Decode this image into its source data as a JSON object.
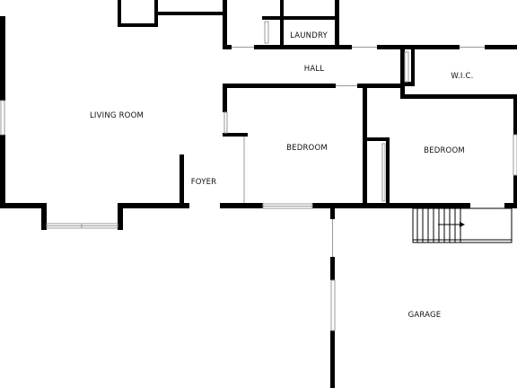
{
  "rooms": {
    "laundry": "LAUNDRY",
    "hall": "HALL",
    "wic": "W.I.C.",
    "living_room": "LIVING ROOM",
    "bedroom_1": "BEDROOM",
    "bedroom_2": "BEDROOM",
    "foyer": "FOYER",
    "garage": "GARAGE"
  },
  "colors": {
    "wall": "#000000",
    "background": "#ffffff",
    "window": "#bbbbbb"
  }
}
